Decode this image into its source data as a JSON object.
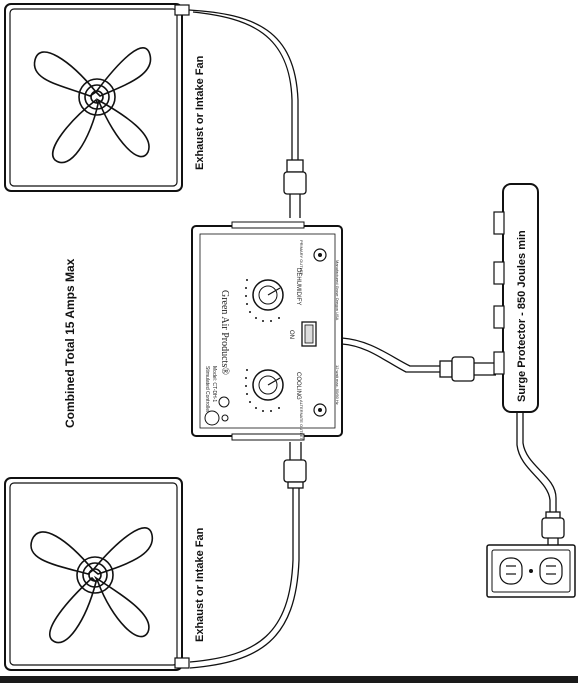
{
  "labels": {
    "fan_top": "Exhaust or Intake Fan",
    "fan_bottom": "Exhaust or Intake Fan",
    "combined": "Combined Total 15 Amps Max",
    "surge": "Surge Protector - 850 Joules min"
  },
  "controller": {
    "brand": "Green Air Products®",
    "model_line1": "Stimulated Controller",
    "model_line2": "Model: CT-DH-1",
    "dial1_label": "COOLING",
    "dial2_label": "DEHUMIDIFY",
    "bottom_left": "12 watt max. 50/60 Hz",
    "bottom_right": "Manufactured Grove Oregon USA",
    "port_left": "ALTERNATE OUTLET",
    "port_right": "PRIMARY OUTLET",
    "switch": "ON"
  },
  "colors": {
    "line": "#111111",
    "bar": "#1a1a1a"
  }
}
